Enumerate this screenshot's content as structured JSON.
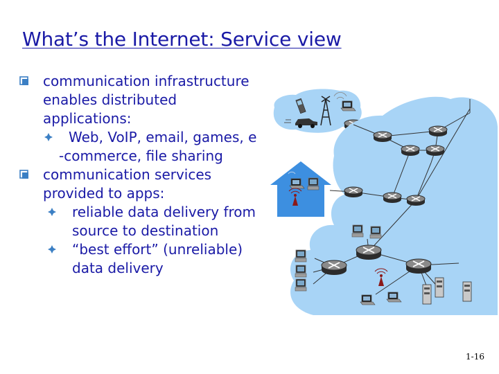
{
  "slide": {
    "title": "What’s the Internet: Service view",
    "bullets": [
      {
        "lines": [
          "communication infrastructure",
          "enables distributed",
          "applications:"
        ],
        "sub": [
          {
            "lines": [
              "Web, VoIP, email, games, e",
              "-commerce, file sharing"
            ]
          }
        ]
      },
      {
        "lines": [
          "communication services",
          "provided to apps:"
        ],
        "sub": [
          {
            "lines": [
              "reliable data delivery from",
              "source to destination"
            ]
          },
          {
            "lines": [
              "“best effort” (unreliable)",
              "data delivery"
            ]
          }
        ]
      }
    ],
    "page_number": "1-16"
  },
  "colors": {
    "text": "#1a1aa6",
    "bullet_q": "#3b7fc4",
    "bullet_v": "#3b7fc4",
    "network_cloud": "#a8d4f6",
    "home_network": "#3d8fe0",
    "router": "#3a3a3a"
  },
  "icons": [
    "q-bullet-icon",
    "diamond-bullet-icon",
    "router-icon",
    "laptop-icon",
    "desktop-icon",
    "server-icon",
    "cell-tower-icon",
    "wireless-access-point-icon",
    "car-icon",
    "cellphone-icon"
  ]
}
